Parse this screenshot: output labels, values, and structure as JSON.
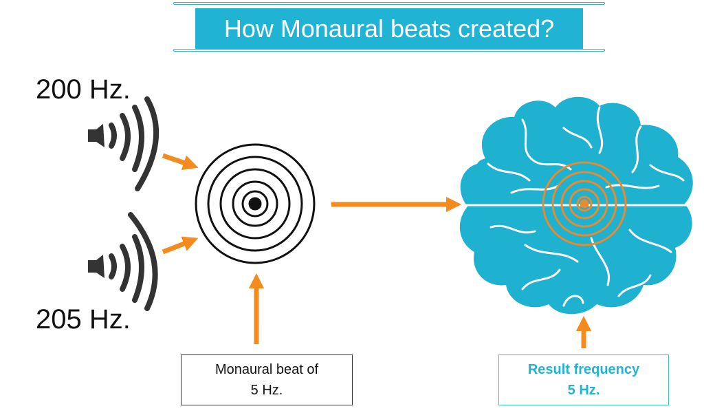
{
  "title": "How Monaural beats created?",
  "labels": {
    "freq_top": "200 Hz.",
    "freq_bottom": "205 Hz."
  },
  "captions": {
    "beat_line1": "Monaural beat of",
    "beat_line2": "5 Hz.",
    "result_line1": "Result frequency",
    "result_line2": "5 Hz."
  },
  "colors": {
    "accent_blue": "#21b3d3",
    "arrow_orange": "#f48b1f",
    "brain_blue": "#1fb1d0",
    "ink": "#222222"
  },
  "icons": [
    "speaker-icon",
    "sound-wave-icon",
    "concentric-circles-icon",
    "brain-icon"
  ]
}
